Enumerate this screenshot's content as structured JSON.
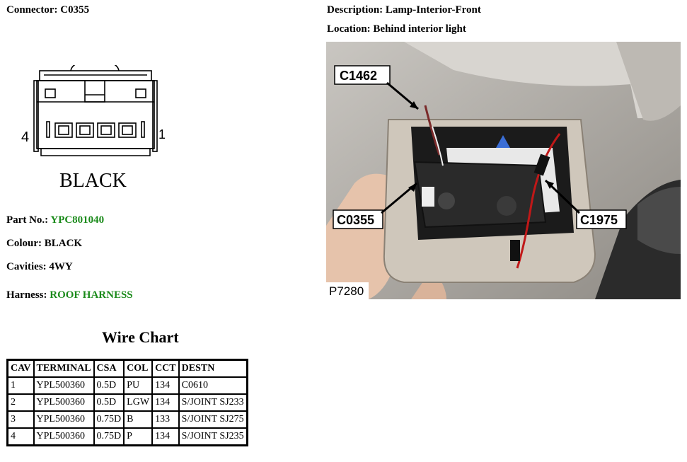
{
  "connector": {
    "label": "Connector:",
    "value": "C0355"
  },
  "description": {
    "label": "Description:",
    "value": "Lamp-Interior-Front"
  },
  "location": {
    "label": "Location:",
    "value": "Behind interior light"
  },
  "diagram": {
    "pin_left": "4",
    "pin_right": "1",
    "colour_text": "BLACK"
  },
  "part_no": {
    "label": "Part No.:",
    "value": "YPC801040"
  },
  "colour": {
    "label": "Colour:",
    "value": "BLACK"
  },
  "cavities": {
    "label": "Cavities:",
    "value": "4WY"
  },
  "harness": {
    "label": "Harness:",
    "value": "ROOF HARNESS"
  },
  "wire_chart": {
    "title": "Wire Chart",
    "headers": [
      "CAV",
      "TERMINAL",
      "CSA",
      "COL",
      "CCT",
      "DESTN"
    ],
    "rows": [
      [
        "1",
        "YPL500360",
        "0.5D",
        "PU",
        "134",
        "C0610"
      ],
      [
        "2",
        "YPL500360",
        "0.5D",
        "LGW",
        "134",
        "S/JOINT SJ233"
      ],
      [
        "3",
        "YPL500360",
        "0.75D",
        "B",
        "133",
        "S/JOINT SJ275"
      ],
      [
        "4",
        "YPL500360",
        "0.75D",
        "P",
        "134",
        "S/JOINT SJ235"
      ]
    ]
  },
  "photo": {
    "callouts": [
      "C1462",
      "C0355",
      "C1975"
    ],
    "id": "P7280"
  },
  "colors": {
    "accent_green": "#1a8a1a"
  }
}
